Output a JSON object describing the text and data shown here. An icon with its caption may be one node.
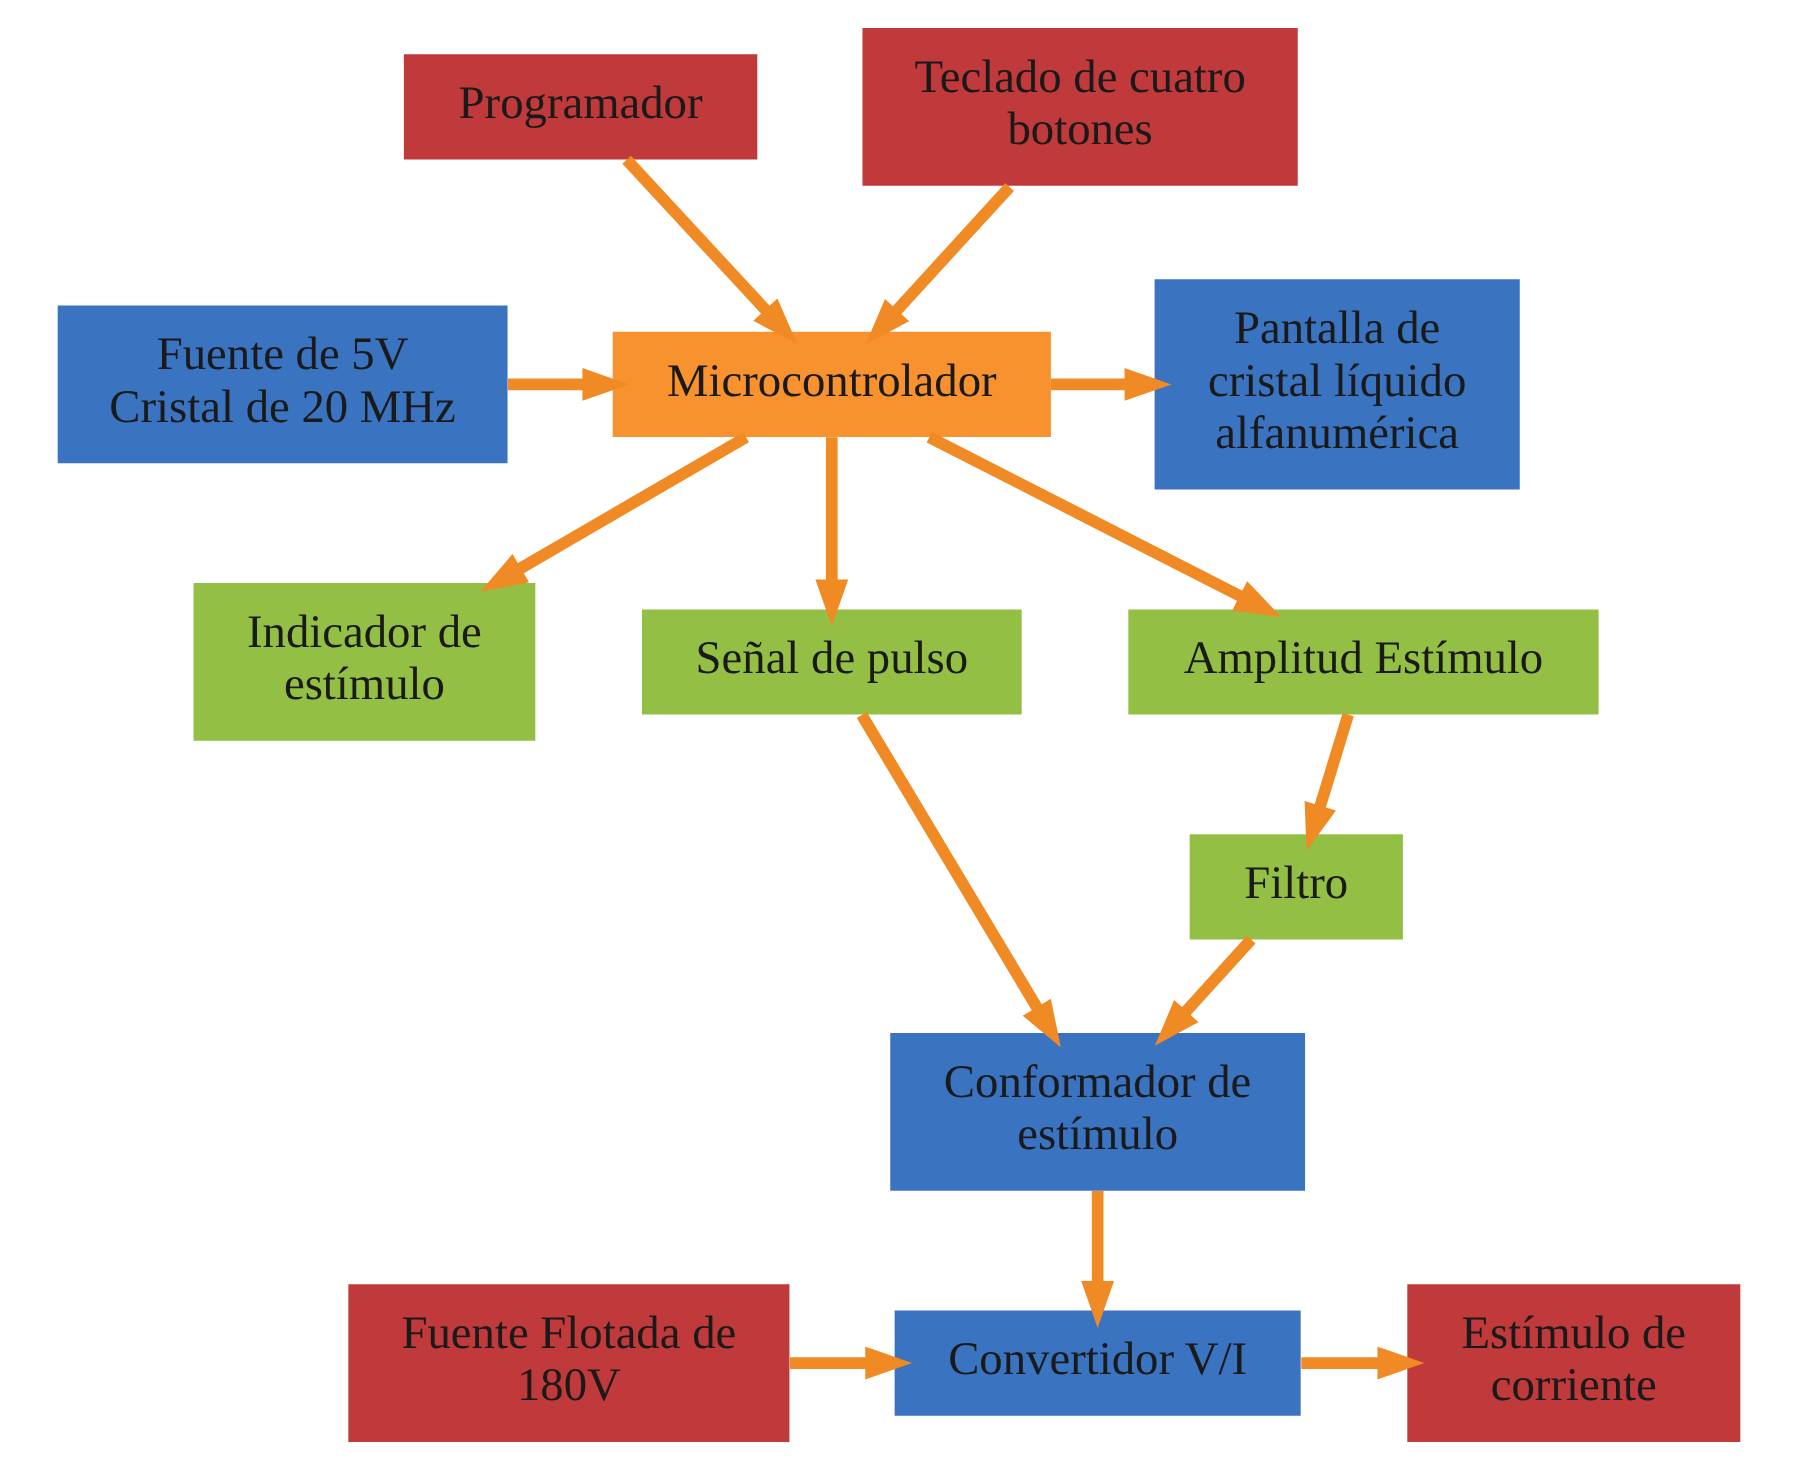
{
  "diagram": {
    "nodes": [
      {
        "text": [
          "Programador"
        ]
      },
      {
        "text": [
          "Teclado de cuatro botones"
        ]
      },
      {
        "text": [
          "Fuente de 5V Cristal de 20 MHz"
        ]
      },
      {
        "text": [
          "Microcontrolador"
        ]
      },
      {
        "text": [
          "Pantalla de cristal líquido alfanumérica"
        ]
      },
      {
        "text": [
          "Indicador de estímulo"
        ]
      },
      {
        "text": [
          "Señal de pulso"
        ]
      },
      {
        "text": [
          "Amplitud Estímulo"
        ]
      },
      {
        "text": [
          "Filtro"
        ]
      },
      {
        "text": [
          "Conformador de estímulo"
        ]
      },
      {
        "text": [
          "Fuente Flotada de 180V"
        ]
      },
      {
        "text": [
          "Convertidor V/I"
        ]
      },
      {
        "text": [
          "Estímulo de corriente"
        ]
      }
    ],
    "edges": [
      {
        "from": 0,
        "to": 3,
        "arrow": "to"
      },
      {
        "from": 1,
        "to": 3,
        "arrow": "to"
      },
      {
        "from": 2,
        "to": 3,
        "arrow": "to"
      },
      {
        "from": 3,
        "to": 4,
        "arrow": "to"
      },
      {
        "from": 3,
        "to": 5,
        "arrow": "to"
      },
      {
        "from": 3,
        "to": 6,
        "arrow": "to"
      },
      {
        "from": 3,
        "to": 7,
        "arrow": "to"
      },
      {
        "from": 7,
        "to": 8,
        "arrow": "to"
      },
      {
        "from": 6,
        "to": 9,
        "arrow": "to"
      },
      {
        "from": 8,
        "to": 9,
        "arrow": "to"
      },
      {
        "from": 9,
        "to": 11,
        "arrow": "to"
      },
      {
        "from": 10,
        "to": 11,
        "arrow": "to"
      },
      {
        "from": 11,
        "to": 12,
        "arrow": "to"
      }
    ]
  }
}
